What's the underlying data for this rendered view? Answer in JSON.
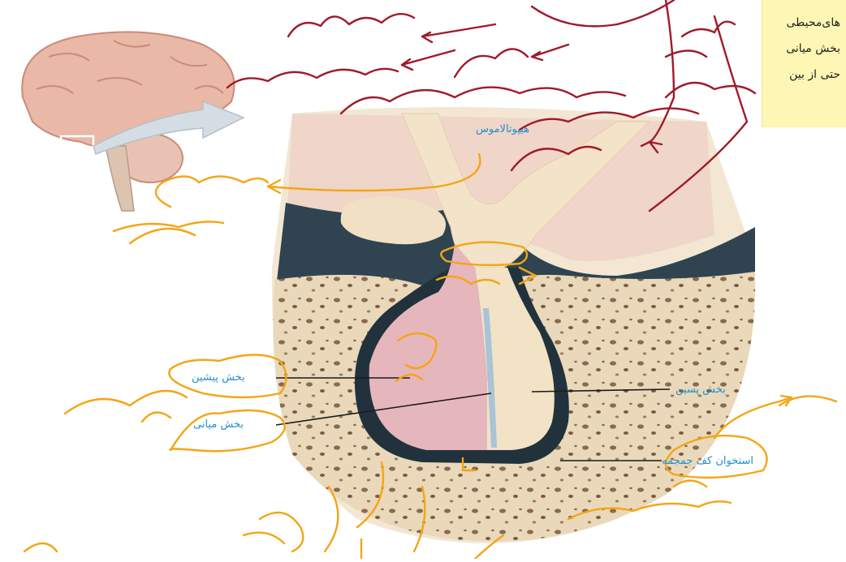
{
  "diagram": {
    "labels": {
      "hypothalamus": "هیپوتالاموس",
      "anterior": "بخش پیشین",
      "posterior": "بخش پسین",
      "intermediate": "بخش میانی",
      "skull_bone": "استخوان کف جمجمه"
    }
  },
  "note": {
    "lines": [
      "های‌محیطی",
      "بخش میانی",
      "حتی از بین"
    ]
  },
  "colors": {
    "red_ink": "#a01a2a",
    "orange_ink": "#f5a514",
    "label_blue": "#1f8fd0",
    "note_bg": "#fdf6b4",
    "bone": "#e9d6b6",
    "anterior_lobe": "#e6b6bd",
    "posterior_lobe": "#f2e2c6",
    "dura": "#2b3c48"
  }
}
